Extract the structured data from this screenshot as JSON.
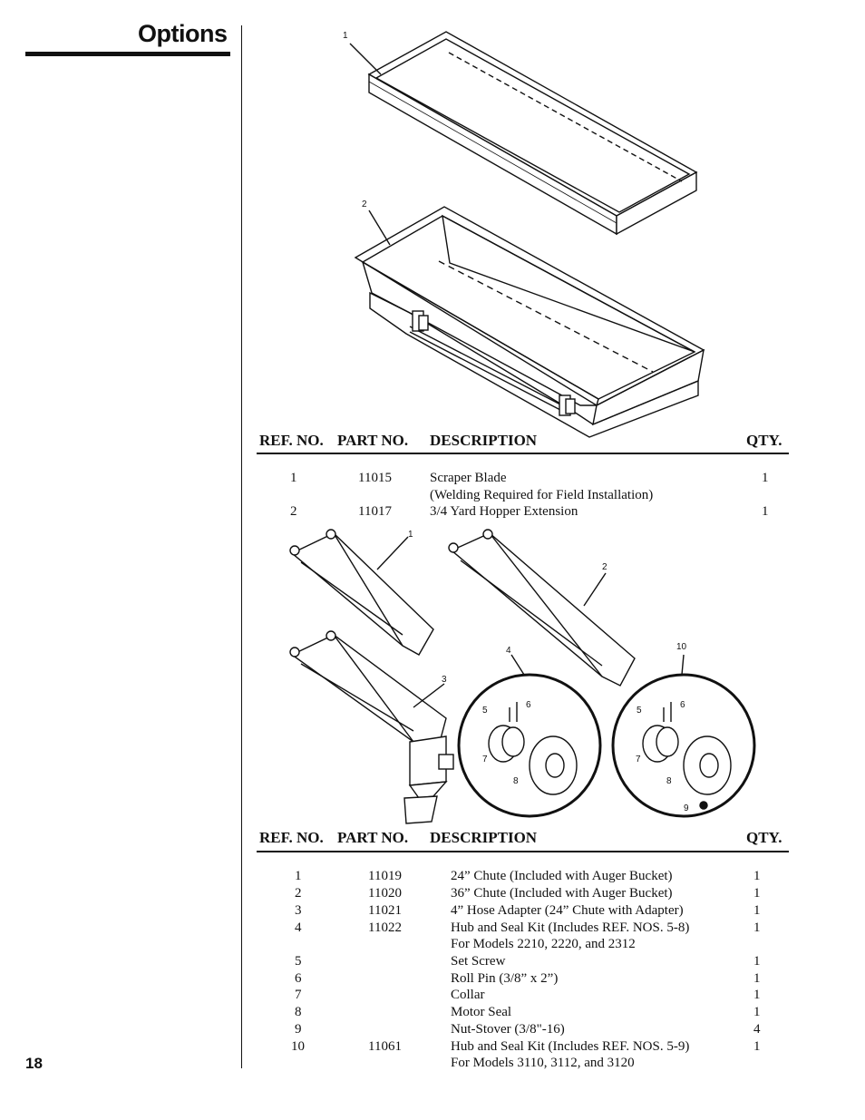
{
  "page": {
    "title": "Options",
    "page_number": "18"
  },
  "table1": {
    "headers": {
      "ref": "REF. NO.",
      "part": "PART NO.",
      "desc": "DESCRIPTION",
      "qty": "QTY."
    },
    "rows": [
      {
        "ref": "1",
        "part": "11015",
        "desc": "Scraper Blade",
        "qty": "1"
      },
      {
        "ref": "",
        "part": "",
        "desc": "(Welding Required for Field Installation)",
        "qty": ""
      },
      {
        "ref": "2",
        "part": "11017",
        "desc": "3/4 Yard Hopper Extension",
        "qty": "1"
      }
    ]
  },
  "figure1": {
    "callouts": [
      "1",
      "2"
    ]
  },
  "figure2": {
    "callouts": [
      "1",
      "2",
      "3",
      "4",
      "10",
      "5",
      "6",
      "7",
      "8",
      "5",
      "6",
      "7",
      "8",
      "9"
    ]
  },
  "table2": {
    "headers": {
      "ref": "REF. NO.",
      "part": "PART NO.",
      "desc": "DESCRIPTION",
      "qty": "QTY."
    },
    "rows": [
      {
        "ref": "1",
        "part": "11019",
        "desc": "24” Chute (Included with Auger Bucket)",
        "qty": "1"
      },
      {
        "ref": "2",
        "part": "11020",
        "desc": "36” Chute (Included with Auger Bucket)",
        "qty": "1"
      },
      {
        "ref": "3",
        "part": "11021",
        "desc": "4” Hose Adapter (24” Chute with Adapter)",
        "qty": "1"
      },
      {
        "ref": "4",
        "part": "11022",
        "desc": "Hub and Seal Kit (Includes REF. NOS. 5-8)",
        "qty": "1"
      },
      {
        "ref": "",
        "part": "",
        "desc": "For Models 2210, 2220, and 2312",
        "qty": ""
      },
      {
        "ref": "5",
        "part": "",
        "desc": "Set Screw",
        "qty": "1"
      },
      {
        "ref": "6",
        "part": "",
        "desc": "Roll Pin (3/8” x 2”)",
        "qty": "1"
      },
      {
        "ref": "7",
        "part": "",
        "desc": "Collar",
        "qty": "1"
      },
      {
        "ref": "8",
        "part": "",
        "desc": "Motor Seal",
        "qty": "1"
      },
      {
        "ref": "9",
        "part": "",
        "desc": "Nut-Stover (3/8\"-16)",
        "qty": "4"
      },
      {
        "ref": "10",
        "part": "11061",
        "desc": "Hub and Seal Kit (Includes REF. NOS. 5-9)",
        "qty": "1"
      },
      {
        "ref": "",
        "part": "",
        "desc": "For Models 3110, 3112, and 3120",
        "qty": ""
      }
    ]
  }
}
